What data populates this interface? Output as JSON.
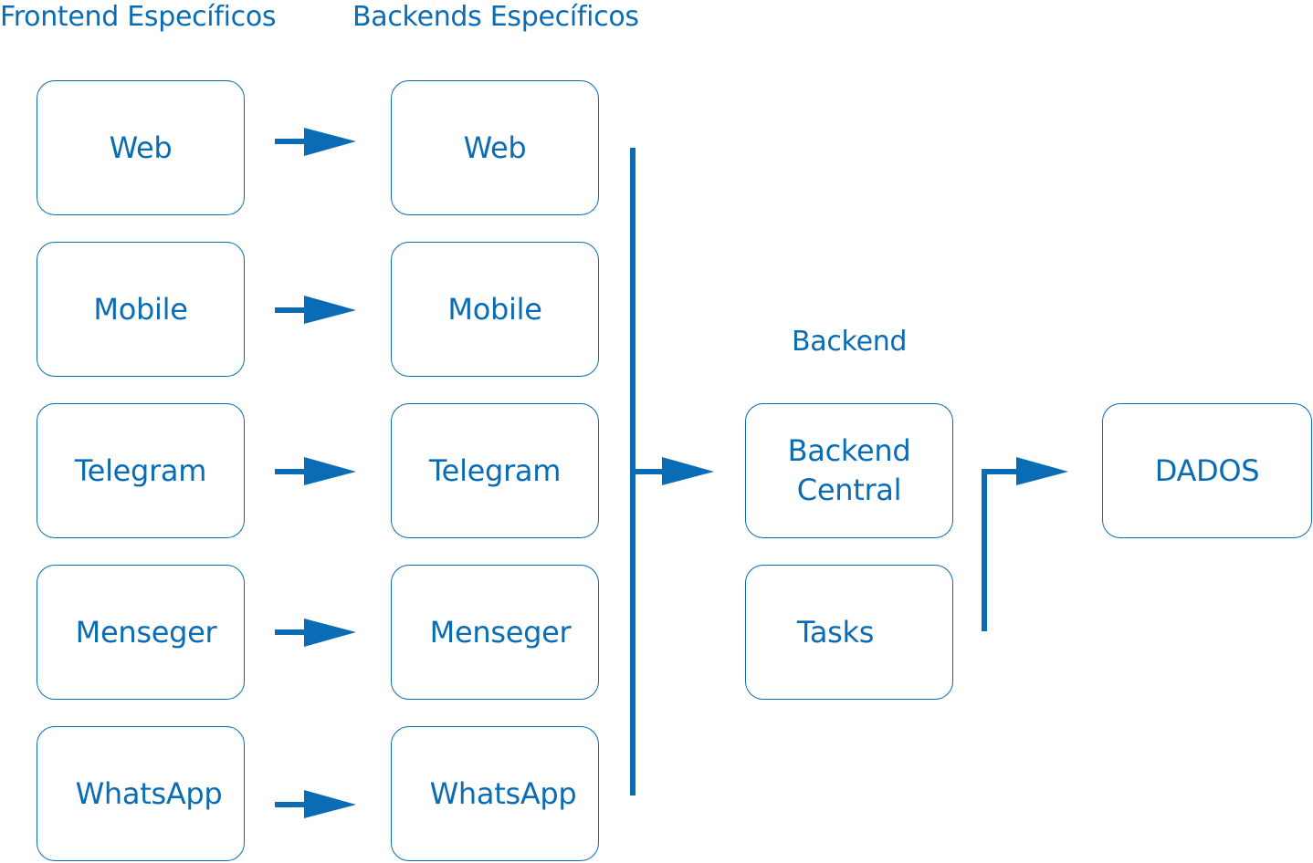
{
  "headings": {
    "frontend": "Frontend Específicos",
    "backends": "Backends Específicos",
    "backend": "Backend"
  },
  "frontends": [
    "Web",
    "Mobile",
    "Telegram",
    "Menseger",
    "WhatsApp"
  ],
  "backends": [
    "Web",
    "Mobile",
    "Telegram",
    "Menseger",
    "WhatsApp"
  ],
  "backend_central": {
    "line1": "Backend",
    "line2": "Central"
  },
  "tasks": "Tasks",
  "dados": "DADOS",
  "colors": {
    "accent": "#0a6cb4",
    "background": "#ffffff"
  }
}
